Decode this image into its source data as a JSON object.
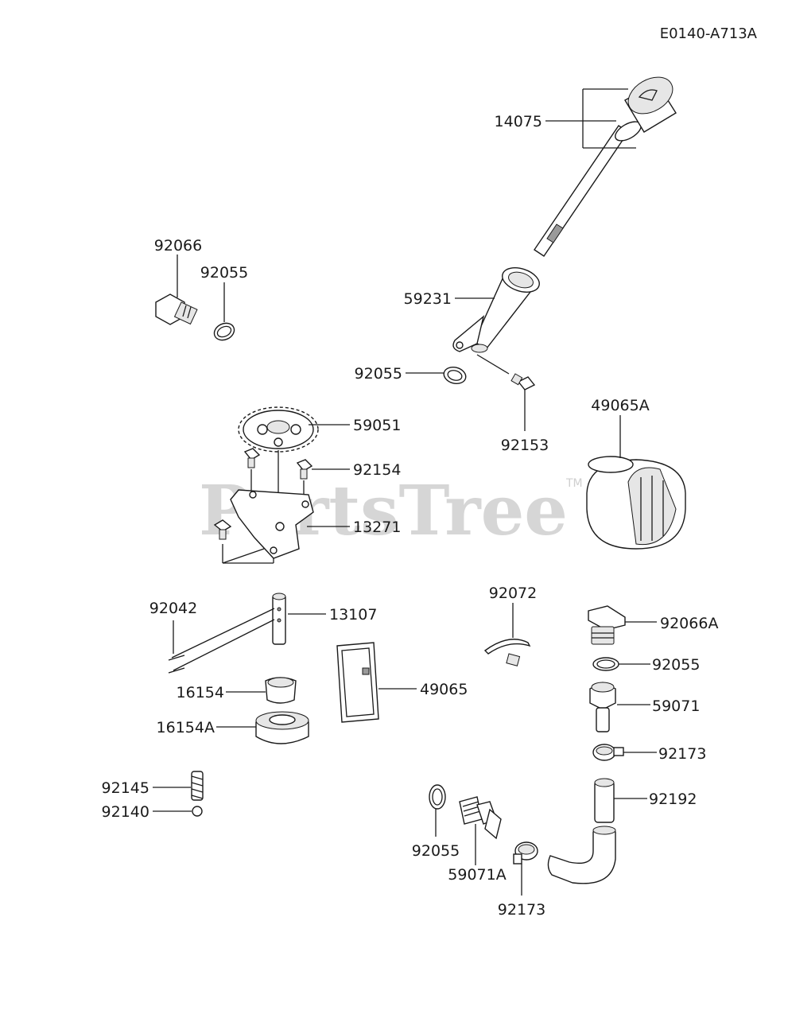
{
  "diagram_code": "E0140-A713A",
  "watermark": "PartsTree",
  "trademark": "TM",
  "labels": {
    "p14075": "14075",
    "p92066": "92066",
    "p92055_a": "92055",
    "p59231": "59231",
    "p92055_b": "92055",
    "p92153": "92153",
    "p59051": "59051",
    "p92154": "92154",
    "p13271": "13271",
    "p49065A": "49065A",
    "p92042": "92042",
    "p13107": "13107",
    "p92072": "92072",
    "p92066A": "92066A",
    "p92055_c": "92055",
    "p16154": "16154",
    "p49065": "49065",
    "p59071": "59071",
    "p16154A": "16154A",
    "p92173_a": "92173",
    "p92145": "92145",
    "p92192": "92192",
    "p92140": "92140",
    "p92055_d": "92055",
    "p59071A": "59071A",
    "p92173_b": "92173"
  }
}
